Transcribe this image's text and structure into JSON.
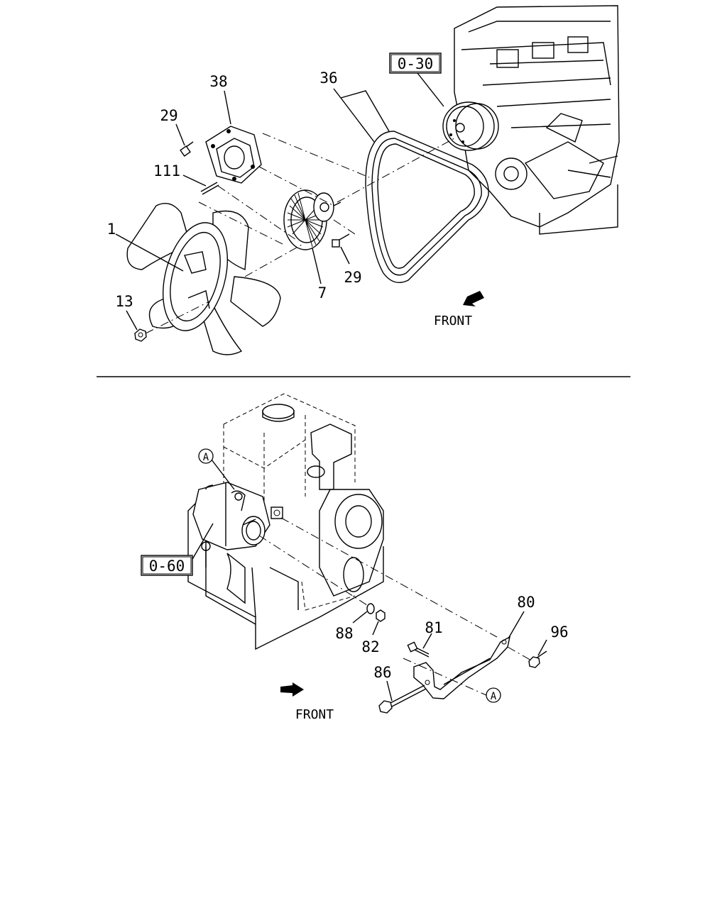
{
  "upper": {
    "callouts": {
      "ref_0_30": "0-30",
      "n36": "36",
      "n38": "38",
      "n29a": "29",
      "n111": "111",
      "n1": "1",
      "n7": "7",
      "n29b": "29",
      "n13": "13"
    },
    "front_label": "FRONT"
  },
  "lower": {
    "callouts": {
      "ref_0_60": "0-60",
      "circle_a1": "A",
      "circle_a2": "A",
      "n80": "80",
      "n81": "81",
      "n96": "96",
      "n88": "88",
      "n82": "82",
      "n86": "86"
    },
    "front_label": "FRONT"
  }
}
